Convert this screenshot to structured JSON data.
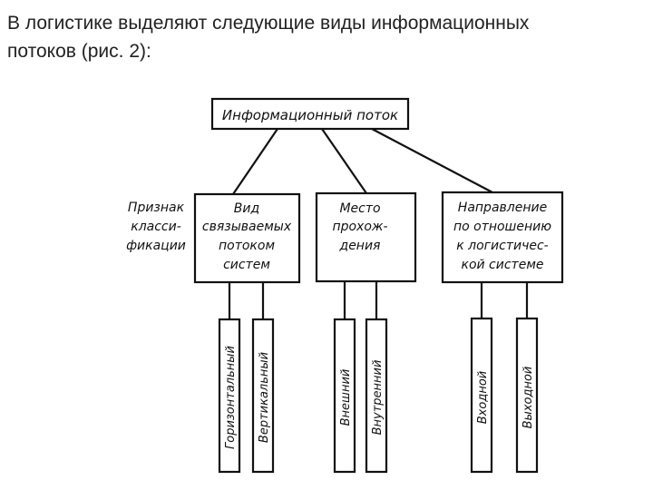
{
  "heading": {
    "line1": "В логистике выделяют следующие виды информационных",
    "line2": "потоков (рис. 2):"
  },
  "diagram": {
    "root": "Информационный поток",
    "criterion": [
      "Признак",
      "класси-",
      "фикации"
    ],
    "categories": [
      {
        "lines": [
          "Вид",
          "связываемых",
          "потоком",
          "систем"
        ],
        "types": [
          "Горизонтальный",
          "Вертикальный"
        ]
      },
      {
        "lines": [
          "Место",
          "прохож-",
          "дения"
        ],
        "types": [
          "Внешний",
          "Внутренний"
        ]
      },
      {
        "lines": [
          "Направление",
          "по отношению",
          "к логистичес-",
          "кой системе"
        ],
        "types": [
          "Входной",
          "Выходной"
        ]
      }
    ]
  }
}
